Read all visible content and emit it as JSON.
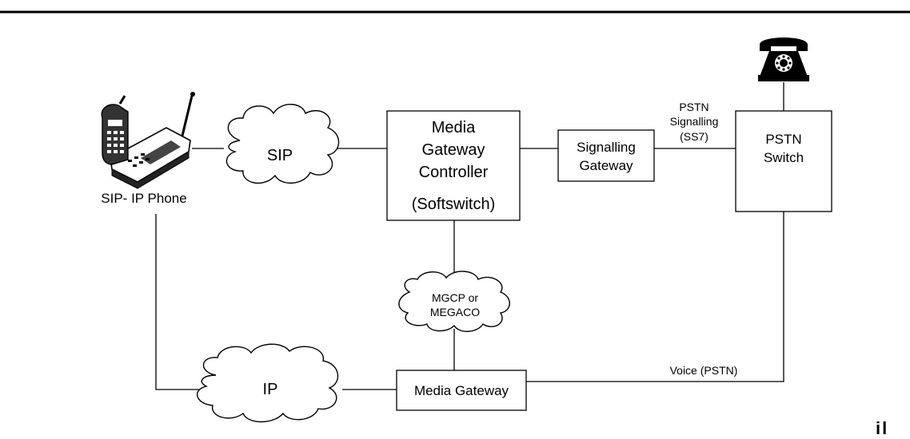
{
  "nodes": {
    "sip_phone_label": "SIP- IP Phone",
    "sip_cloud": "SIP",
    "ip_cloud": "IP",
    "mgc": [
      "Media",
      "Gateway",
      "Controller",
      "(Softswitch)"
    ],
    "signalling_gateway": [
      "Signalling",
      "Gateway"
    ],
    "pstn_switch": [
      "PSTN",
      "Switch"
    ],
    "mgcp_cloud": [
      "MGCP or",
      "MEGACO"
    ],
    "media_gateway": "Media Gateway"
  },
  "edges": {
    "pstn_signalling": [
      "PSTN",
      "Signalling",
      "(SS7)"
    ],
    "voice_pstn": "Voice (PSTN)"
  },
  "icons": [
    "cordless-phone-icon",
    "rotary-telephone-icon"
  ],
  "footer_mark": "il"
}
